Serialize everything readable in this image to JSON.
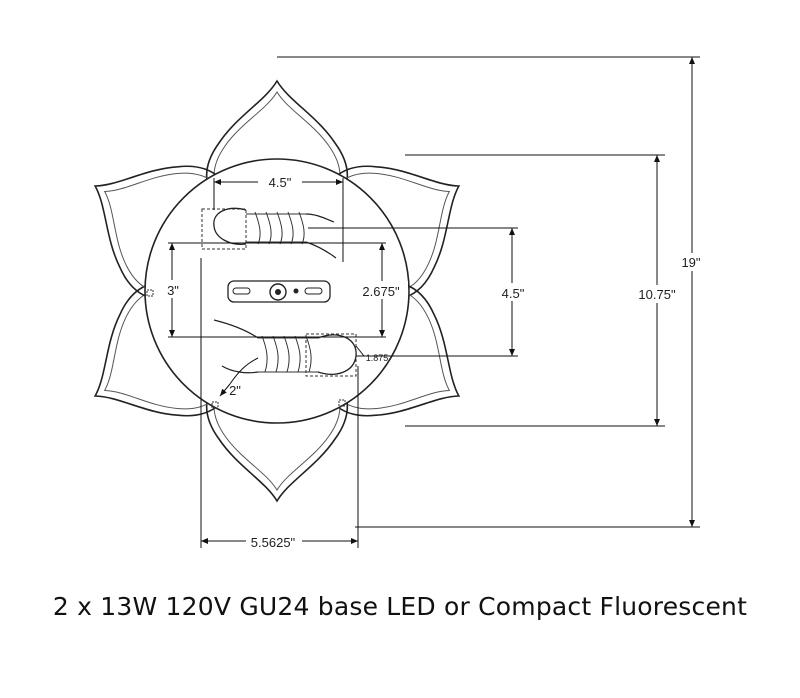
{
  "dimensions": {
    "overall_height": "19\"",
    "petal_span": "10.75\"",
    "top_width": "4.5\"",
    "bottom_width": "5.5625\"",
    "left_offset": "3\"",
    "mount_offset": "2.675\"",
    "lamp_spacing": "4.5\"",
    "small_offset": "1.875",
    "bottom_offset": "2\""
  },
  "caption": "2 x 13W 120V GU24 base LED or Compact Fluorescent"
}
